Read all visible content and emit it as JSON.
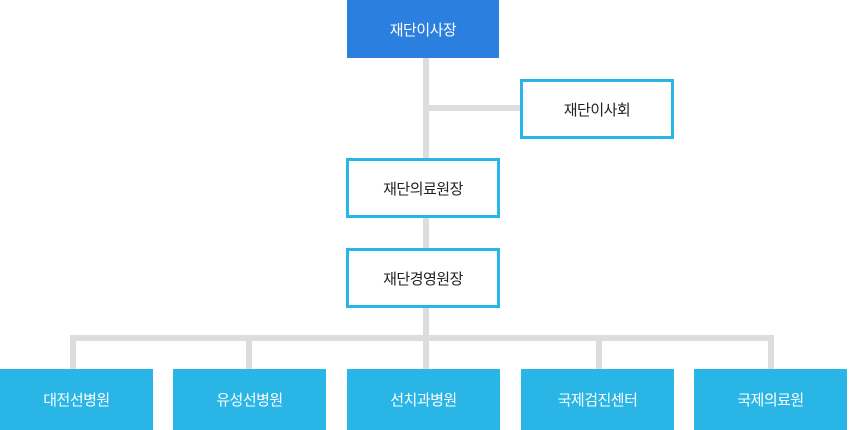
{
  "org": {
    "top": "재단이사장",
    "board": "재단이사회",
    "medical_director": "재단의료원장",
    "management_director": "재단경영원장",
    "units": [
      "대전선병원",
      "유성선병원",
      "선치과병원",
      "국제검진센터",
      "국제의료원"
    ]
  },
  "colors": {
    "top_box": "#2a7fdf",
    "accent": "#29b6e6",
    "connector": "#dddddd"
  }
}
